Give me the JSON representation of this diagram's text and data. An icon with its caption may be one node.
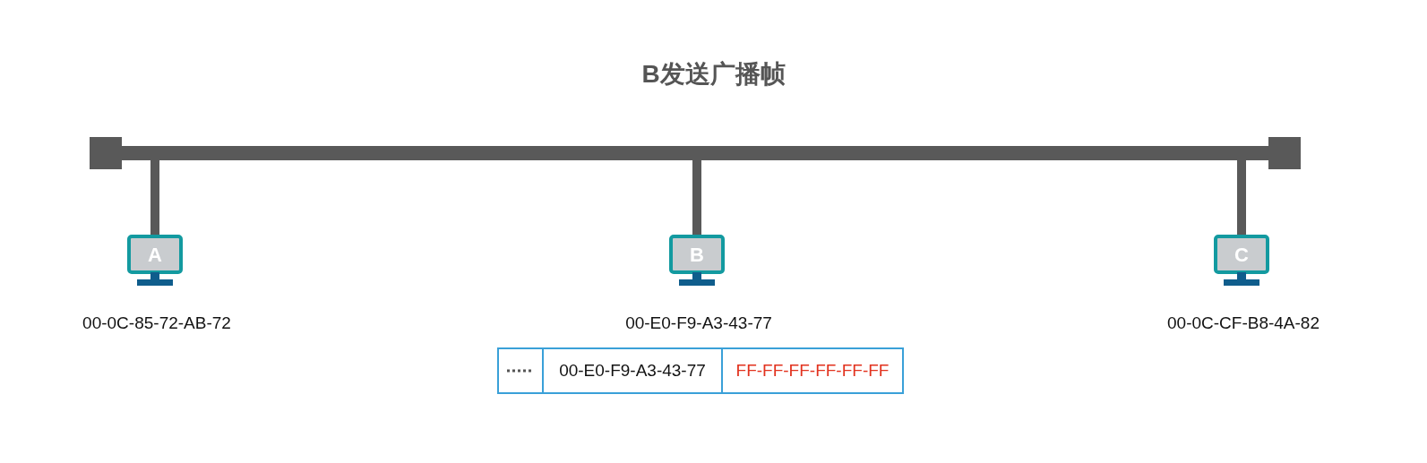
{
  "diagram": {
    "title": "B发送广播帧",
    "nodes": [
      {
        "text": [],
        "shape": "bar"
      },
      {
        "text": [
          "A"
        ],
        "beside": [
          "00-0C-85-72-AB-72"
        ]
      },
      {
        "text": [
          "B"
        ],
        "beside": [
          "00-E0-F9-A3-43-77"
        ]
      },
      {
        "text": [
          "C"
        ],
        "beside": [
          "00-0C-CF-B8-4A-82"
        ]
      }
    ],
    "edges": [
      {
        "from": 0,
        "to": 1,
        "arrow": "none"
      },
      {
        "from": 0,
        "to": 2,
        "arrow": "none"
      },
      {
        "from": 0,
        "to": 3,
        "arrow": "none"
      }
    ],
    "labels": [
      "00-E0-F9-A3-43-77",
      "FF-FF-FF-FF-FF-FF"
    ]
  }
}
